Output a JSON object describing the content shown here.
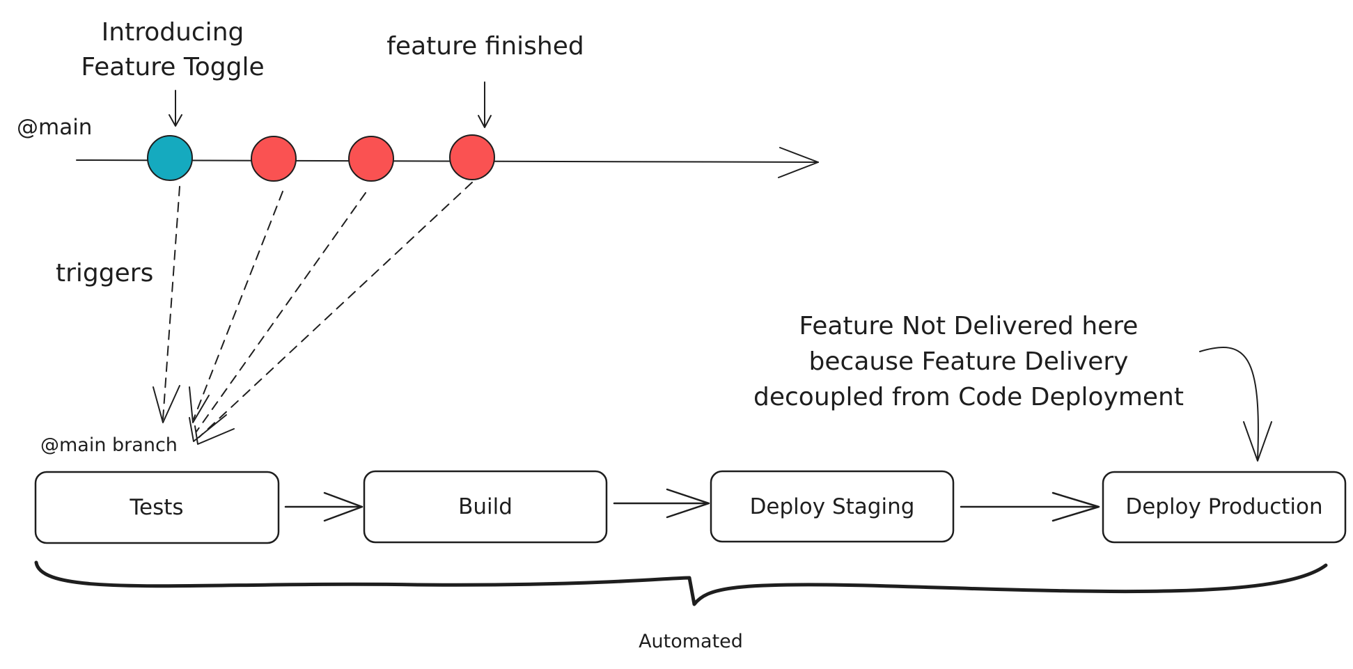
{
  "diagram": {
    "branch_label": "@main",
    "annotation_toggle_line1": "Introducing",
    "annotation_toggle_line2": "Feature Toggle",
    "annotation_finished": "feature finished",
    "triggers_label": "triggers",
    "pipeline_branch_label": "@main branch",
    "stages": [
      "Tests",
      "Build",
      "Deploy Staging",
      "Deploy Production"
    ],
    "note_lines": [
      "Feature Not Delivered here",
      "because Feature Delivery",
      "decoupled from Code Deployment"
    ],
    "brace_label": "Automated",
    "commits": [
      {
        "kind": "toggle",
        "color": "#15aabf"
      },
      {
        "kind": "commit",
        "color": "#fa5252"
      },
      {
        "kind": "commit",
        "color": "#fa5252"
      },
      {
        "kind": "commit",
        "color": "#fa5252"
      }
    ]
  }
}
